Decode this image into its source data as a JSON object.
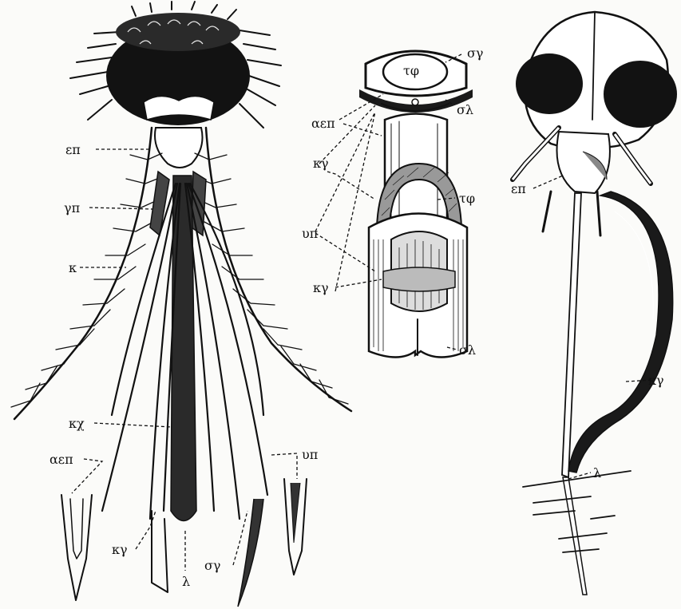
{
  "labels": {
    "left": {
      "ep": "επ",
      "gp": "γπ",
      "k": "κ",
      "kx": "κχ",
      "aep": "αεπ",
      "ky": "κγ",
      "l": "λ",
      "sy": "σγ",
      "yp": "υπ"
    },
    "middle": {
      "sy": "σγ",
      "tf_top": "τφ",
      "sl_top": "σλ",
      "aep": "αεπ",
      "ky_upper": "κγ",
      "tf_mid": "τφ",
      "yp": "υπ",
      "ky_lower": "κγ",
      "sl_bottom": "σλ"
    },
    "right": {
      "ep": "επ",
      "ky": "κγ",
      "l": "λ"
    }
  }
}
